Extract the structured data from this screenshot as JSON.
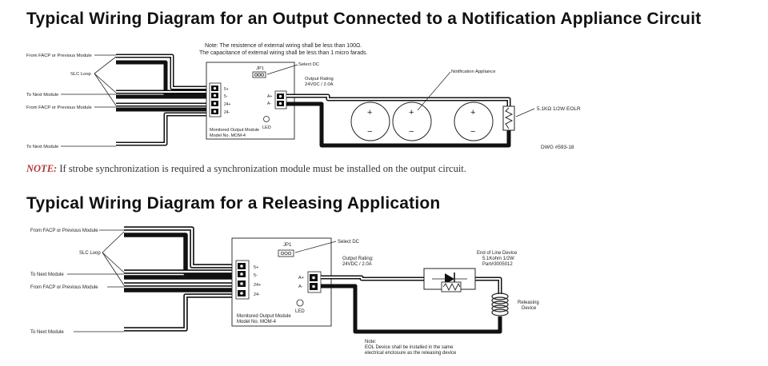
{
  "diagram1": {
    "title": "Typical Wiring Diagram for an Output Connected to a Notification Appliance Circuit",
    "note_top_1": "Note: The resistence of external wiring shall be less than 100Ω.",
    "note_top_2": "The capacitance of external wiring shall be less than 1 micro farads.",
    "labels": {
      "from_facp_1": "From FACP or Previous Module",
      "slc_loop": "SLC Loop",
      "to_next_1": "To Next Module",
      "from_facp_2": "From FACP or Previous Module",
      "to_next_2": "To Next Module",
      "jp1": "JP1",
      "select_dc": "Select DC",
      "output_rating_1": "Output Rating",
      "output_rating_2": "24VDC / 2.0A",
      "a_plus": "A+",
      "a_minus": "A-",
      "t_5plus": "5+",
      "t_5minus": "5-",
      "t_24plus": "24+",
      "t_24minus": "24-",
      "led": "LED",
      "module_1": "Monitored Output Module",
      "module_2": "Model No. MOM-4",
      "notification_appliance": "Notification Appliance",
      "eolr": "5.1KΩ 1/2W EOLR",
      "dwg": "DWG #593-18",
      "plus": "+",
      "minus": "−"
    }
  },
  "strobe_note": {
    "label": "NOTE:",
    "text": " If strobe synchronization is required a synchronization module must be installed on the output circuit."
  },
  "diagram2": {
    "title": "Typical Wiring Diagram for a Releasing Application",
    "labels": {
      "from_facp_1": "From FACP or Previous Module",
      "slc_loop": "SLC Loop",
      "to_next_1": "To Next Module",
      "from_facp_2": "From FACP or Previous Module",
      "to_next_2": "To Next Module",
      "jp1": "JP1",
      "select_dc": "Select DC",
      "output_rating_1": "Output Rating:",
      "output_rating_2": "24VDC / 2.0A",
      "a_plus": "A+",
      "a_minus": "A-",
      "t_5plus": "5+",
      "t_5minus": "5-",
      "t_24plus": "24+",
      "t_24minus": "24-",
      "led": "LED",
      "module_1": "Monitored Output Module",
      "module_2": "Model No. MOM-4",
      "eol_1": "End of Line Device",
      "eol_2": "5.1Kohm 1/2W",
      "eol_3": "Part#3005012",
      "releasing_1": "Releasing",
      "releasing_2": "Device",
      "bottom_note_1": "Note:",
      "bottom_note_2": "EOL Device shall be installed in the same",
      "bottom_note_3": "electrical enclosure as the releasing device"
    }
  }
}
